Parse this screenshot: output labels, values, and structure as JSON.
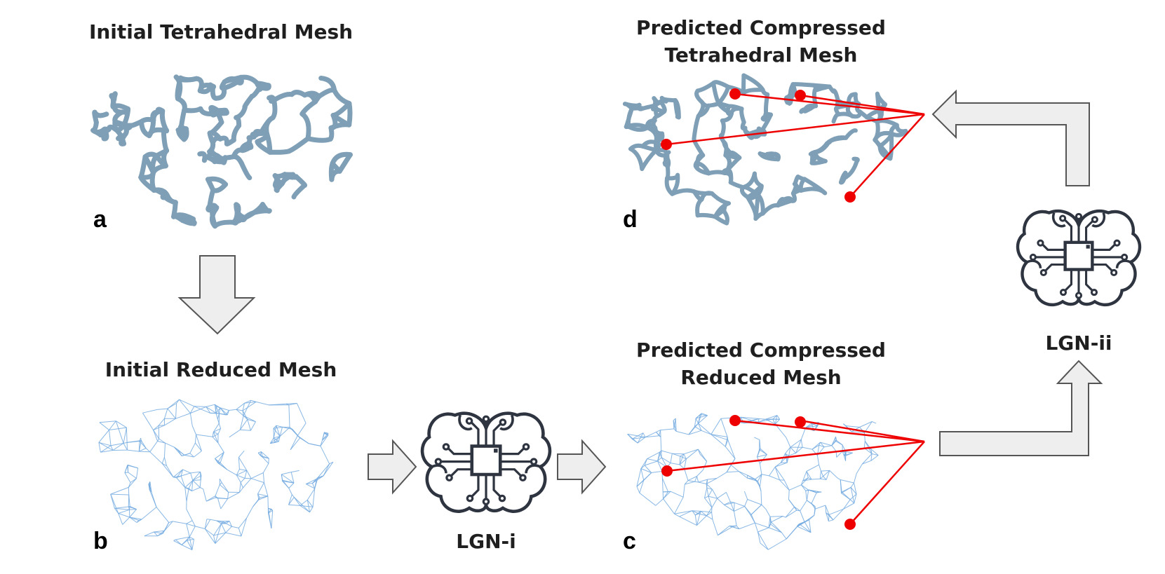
{
  "panels": {
    "a": {
      "label": "a",
      "title": "Initial Tetrahedral Mesh"
    },
    "b": {
      "label": "b",
      "title": "Initial Reduced Mesh"
    },
    "c": {
      "label": "c",
      "title_line1": "Predicted Compressed",
      "title_line2": "Reduced Mesh"
    },
    "d": {
      "label": "d",
      "title_line1": "Predicted Compressed",
      "title_line2": "Tetrahedral Mesh"
    }
  },
  "models": {
    "first": {
      "label": "LGN-i",
      "icon": "brain-circuit-icon"
    },
    "second": {
      "label": "LGN-ii",
      "icon": "brain-circuit-icon"
    }
  },
  "colors": {
    "tet_mesh": "#7f9fb6",
    "reduced_mesh": "#76ace0",
    "highlight": "#ee0000",
    "arrow_fill": "#eeeeee",
    "arrow_stroke": "#555555",
    "icon": "#2e3440"
  }
}
